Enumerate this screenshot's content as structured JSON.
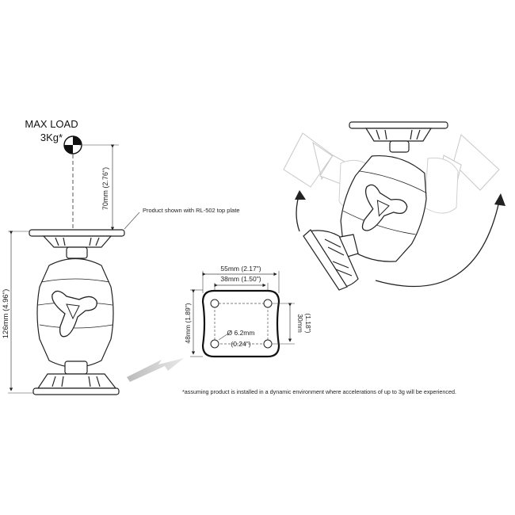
{
  "max_load": {
    "title": "MAX LOAD",
    "value": "3Kg*"
  },
  "dimensions": {
    "height_70": "70mm (2.76\")",
    "height_126": "126mm (4.96\")",
    "width_55": "55mm (2.17\")",
    "width_38": "38mm (1.50\")",
    "height_48": "48mm (1.89\")",
    "height_30": "30mm",
    "height_30_in": "(1.18\")",
    "hole_mm": "Ø 6.2mm",
    "hole_in": "(0.24\")"
  },
  "notes": {
    "product_shown": "Product shown with RL-502 top plate",
    "footnote": "*assuming product is installed in a dynamic environment where accelerations of up to 3g will be experienced."
  }
}
